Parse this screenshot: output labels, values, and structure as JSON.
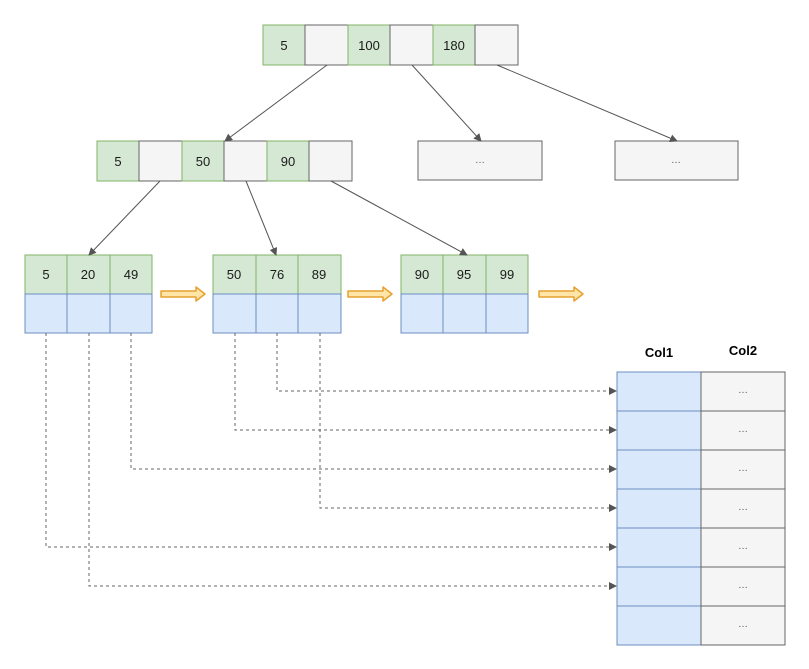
{
  "colors": {
    "key_fill": "#d5e8d4",
    "key_stroke": "#82b366",
    "ptr_fill": "#f5f5f5",
    "ptr_stroke": "#666666",
    "row_fill": "#dae8fc",
    "row_stroke": "#6c8ebf",
    "link_arrow_fill": "#ffe6a8",
    "link_arrow_stroke": "#e6a030",
    "edge_color": "#555555"
  },
  "root": {
    "keys": [
      "5",
      "100",
      "180"
    ]
  },
  "internal": {
    "keys": [
      "5",
      "50",
      "90"
    ],
    "siblings": [
      "…",
      "…"
    ]
  },
  "leaves": [
    {
      "keys": [
        "5",
        "20",
        "49"
      ]
    },
    {
      "keys": [
        "50",
        "76",
        "89"
      ]
    },
    {
      "keys": [
        "90",
        "95",
        "99"
      ]
    }
  ],
  "table": {
    "headers": [
      "Col1",
      "Col2"
    ],
    "col2_values": [
      "…",
      "…",
      "…",
      "…",
      "…",
      "…",
      "…"
    ]
  }
}
